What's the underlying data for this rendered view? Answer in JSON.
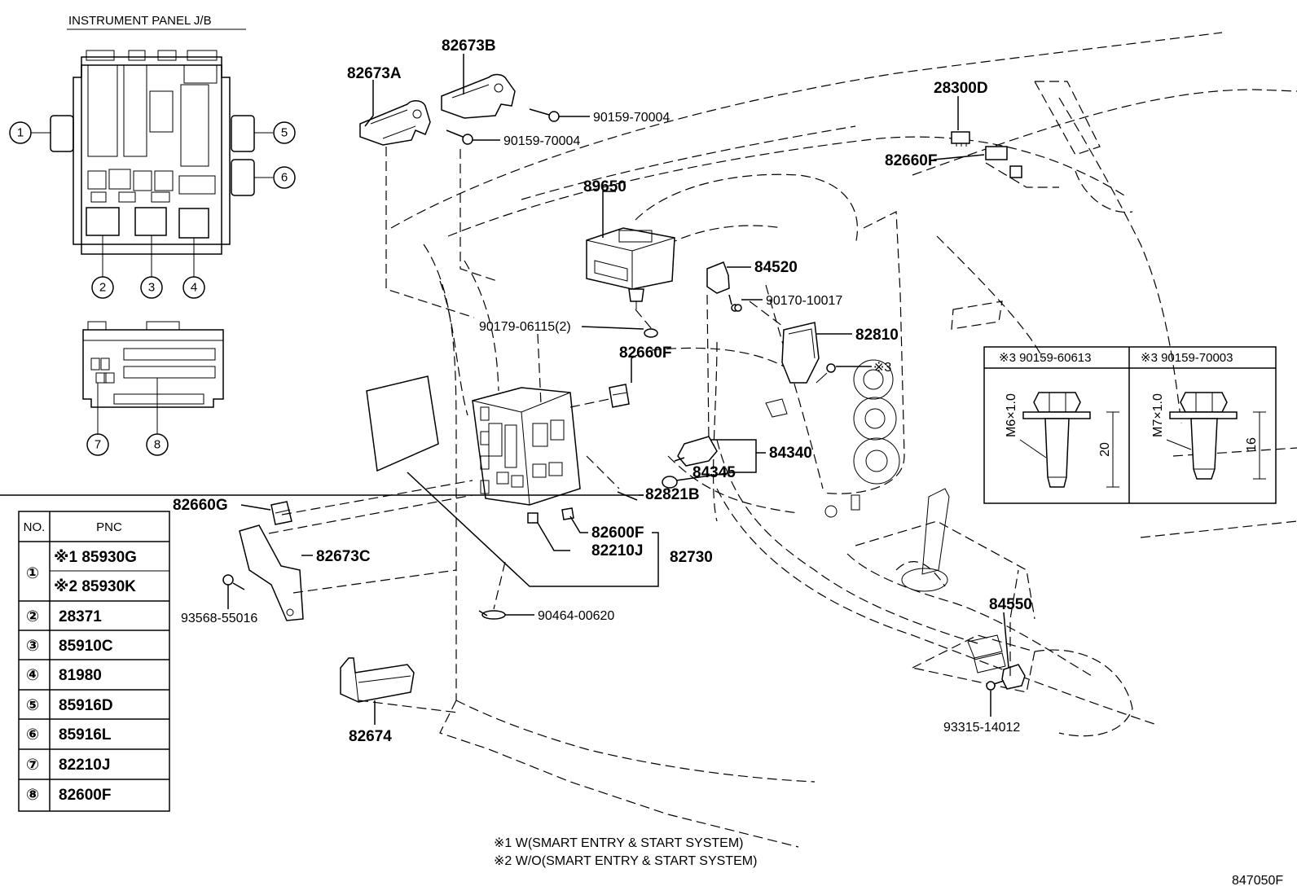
{
  "title": "INSTRUMENT PANEL J/B",
  "diagram_code": "847050F",
  "footnotes": [
    "※1 W(SMART ENTRY & START SYSTEM)",
    "※2 W/O(SMART ENTRY & START SYSTEM)"
  ],
  "part_labels": {
    "p82673A": "82673A",
    "p82673B": "82673B",
    "p90159_70004_a": "90159-70004",
    "p90159_70004_b": "90159-70004",
    "p28300D": "28300D",
    "p82660F_a": "82660F",
    "p89650": "89650",
    "p84520": "84520",
    "p90170_10017": "90170-10017",
    "p90179_06115": "90179-06115(2)",
    "p82810": "82810",
    "p82660F_b": "82660F",
    "p3": "※3",
    "p84340": "84340",
    "p84345": "84345",
    "p82821B": "82821B",
    "p82660G": "82660G",
    "p82673C": "82673C",
    "p82600F": "82600F",
    "p82210J": "82210J",
    "p82730": "82730",
    "p93568_55016": "93568-55016",
    "p90464_00620": "90464-00620",
    "p84550": "84550",
    "p93315_14012": "93315-14012",
    "p82674": "82674"
  },
  "callouts": [
    "①",
    "②",
    "③",
    "④",
    "⑤",
    "⑥",
    "⑦",
    "⑧"
  ],
  "pnc_table": {
    "headers": [
      "NO.",
      "PNC"
    ],
    "rows": [
      {
        "no": "①",
        "entries": [
          "※1  85930G",
          "※2  85930K"
        ]
      },
      {
        "no": "②",
        "entries": [
          "28371"
        ]
      },
      {
        "no": "③",
        "entries": [
          "85910C"
        ]
      },
      {
        "no": "④",
        "entries": [
          "81980"
        ]
      },
      {
        "no": "⑤",
        "entries": [
          "85916D"
        ]
      },
      {
        "no": "⑥",
        "entries": [
          "85916L"
        ]
      },
      {
        "no": "⑦",
        "entries": [
          "82210J"
        ]
      },
      {
        "no": "⑧",
        "entries": [
          "82600F"
        ]
      }
    ]
  },
  "bolt_detail": {
    "left": {
      "header": "※3  90159-60613",
      "thread": "M6×1.0",
      "length": "20"
    },
    "right": {
      "header": "※3  90159-70003",
      "thread": "M7×1.0",
      "length": "16"
    }
  }
}
